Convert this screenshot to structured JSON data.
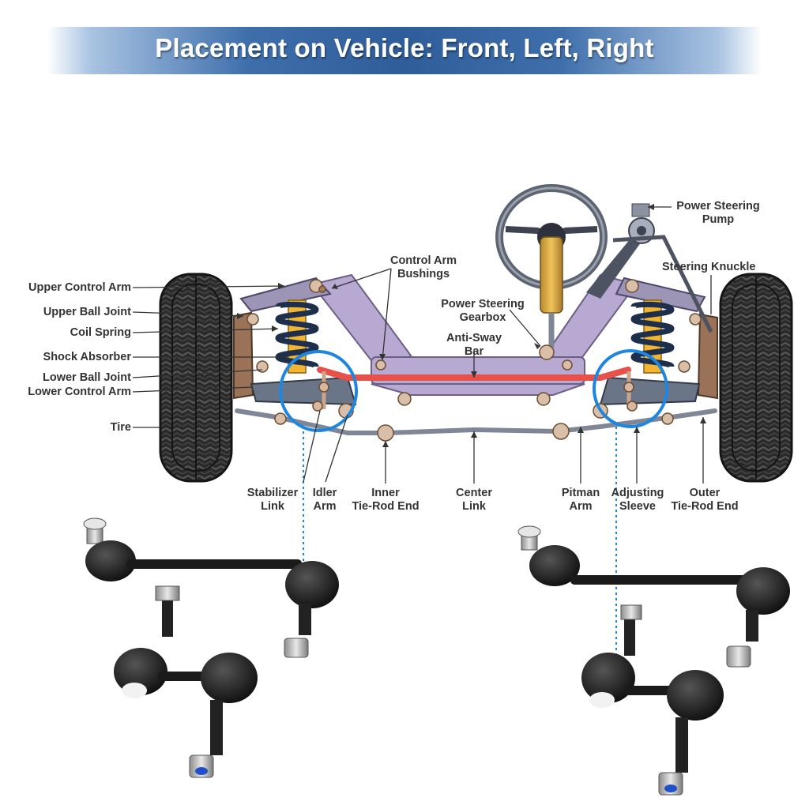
{
  "title": "Placement on Vehicle: Front, Left, Right",
  "colors": {
    "banner": "#2f5d9a",
    "frame": "#b7a9d1",
    "anti_sway_bar": "#e8514a",
    "highlight_circle": "#1f86e0",
    "tire": "#2b2b2b",
    "spring": "#1d2f4a",
    "shock": "#f2b431",
    "link_body": "#1a1a1a"
  },
  "labels": {
    "upper_control_arm": "Upper Control Arm",
    "upper_ball_joint": "Upper Ball Joint",
    "coil_spring": "Coil Spring",
    "shock_absorber": "Shock Absorber",
    "lower_ball_joint": "Lower Ball Joint",
    "lower_control_arm": "Lower Control Arm",
    "tire": "Tire",
    "control_arm_bushings_1": "Control Arm",
    "control_arm_bushings_2": "Bushings",
    "power_steering_gearbox_1": "Power Steering",
    "power_steering_gearbox_2": "Gearbox",
    "anti_sway_bar_1": "Anti-Sway",
    "anti_sway_bar_2": "Bar",
    "power_steering_pump_1": "Power Steering",
    "power_steering_pump_2": "Pump",
    "steering_knuckle": "Steering Knuckle",
    "stabilizer_link_1": "Stabilizer",
    "stabilizer_link_2": "Link",
    "idler_arm_1": "Idler",
    "idler_arm_2": "Arm",
    "inner_tie_rod_1": "Inner",
    "inner_tie_rod_2": "Tie-Rod End",
    "center_link_1": "Center",
    "center_link_2": "Link",
    "pitman_arm_1": "Pitman",
    "pitman_arm_2": "Arm",
    "adjusting_sleeve_1": "Adjusting",
    "adjusting_sleeve_2": "Sleeve",
    "outer_tie_rod_1": "Outer",
    "outer_tie_rod_2": "Tie-Rod End"
  },
  "icons": [
    "steering-wheel-icon",
    "tire-icon",
    "stabilizer-link-icon",
    "highlight-circle-icon"
  ]
}
